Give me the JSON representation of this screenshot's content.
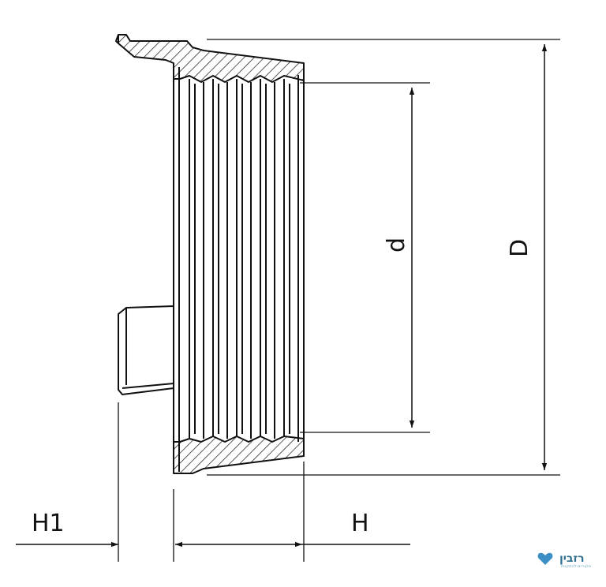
{
  "labels": {
    "H1": "H1",
    "H": "H",
    "d": "d",
    "D": "D"
  },
  "logo": {
    "text": "רזבין",
    "subtext": "מקוריים להתקנות"
  },
  "colors": {
    "line": "#111111",
    "logo": "#2f6f8f",
    "logo_heart": "#3b8fc4"
  }
}
